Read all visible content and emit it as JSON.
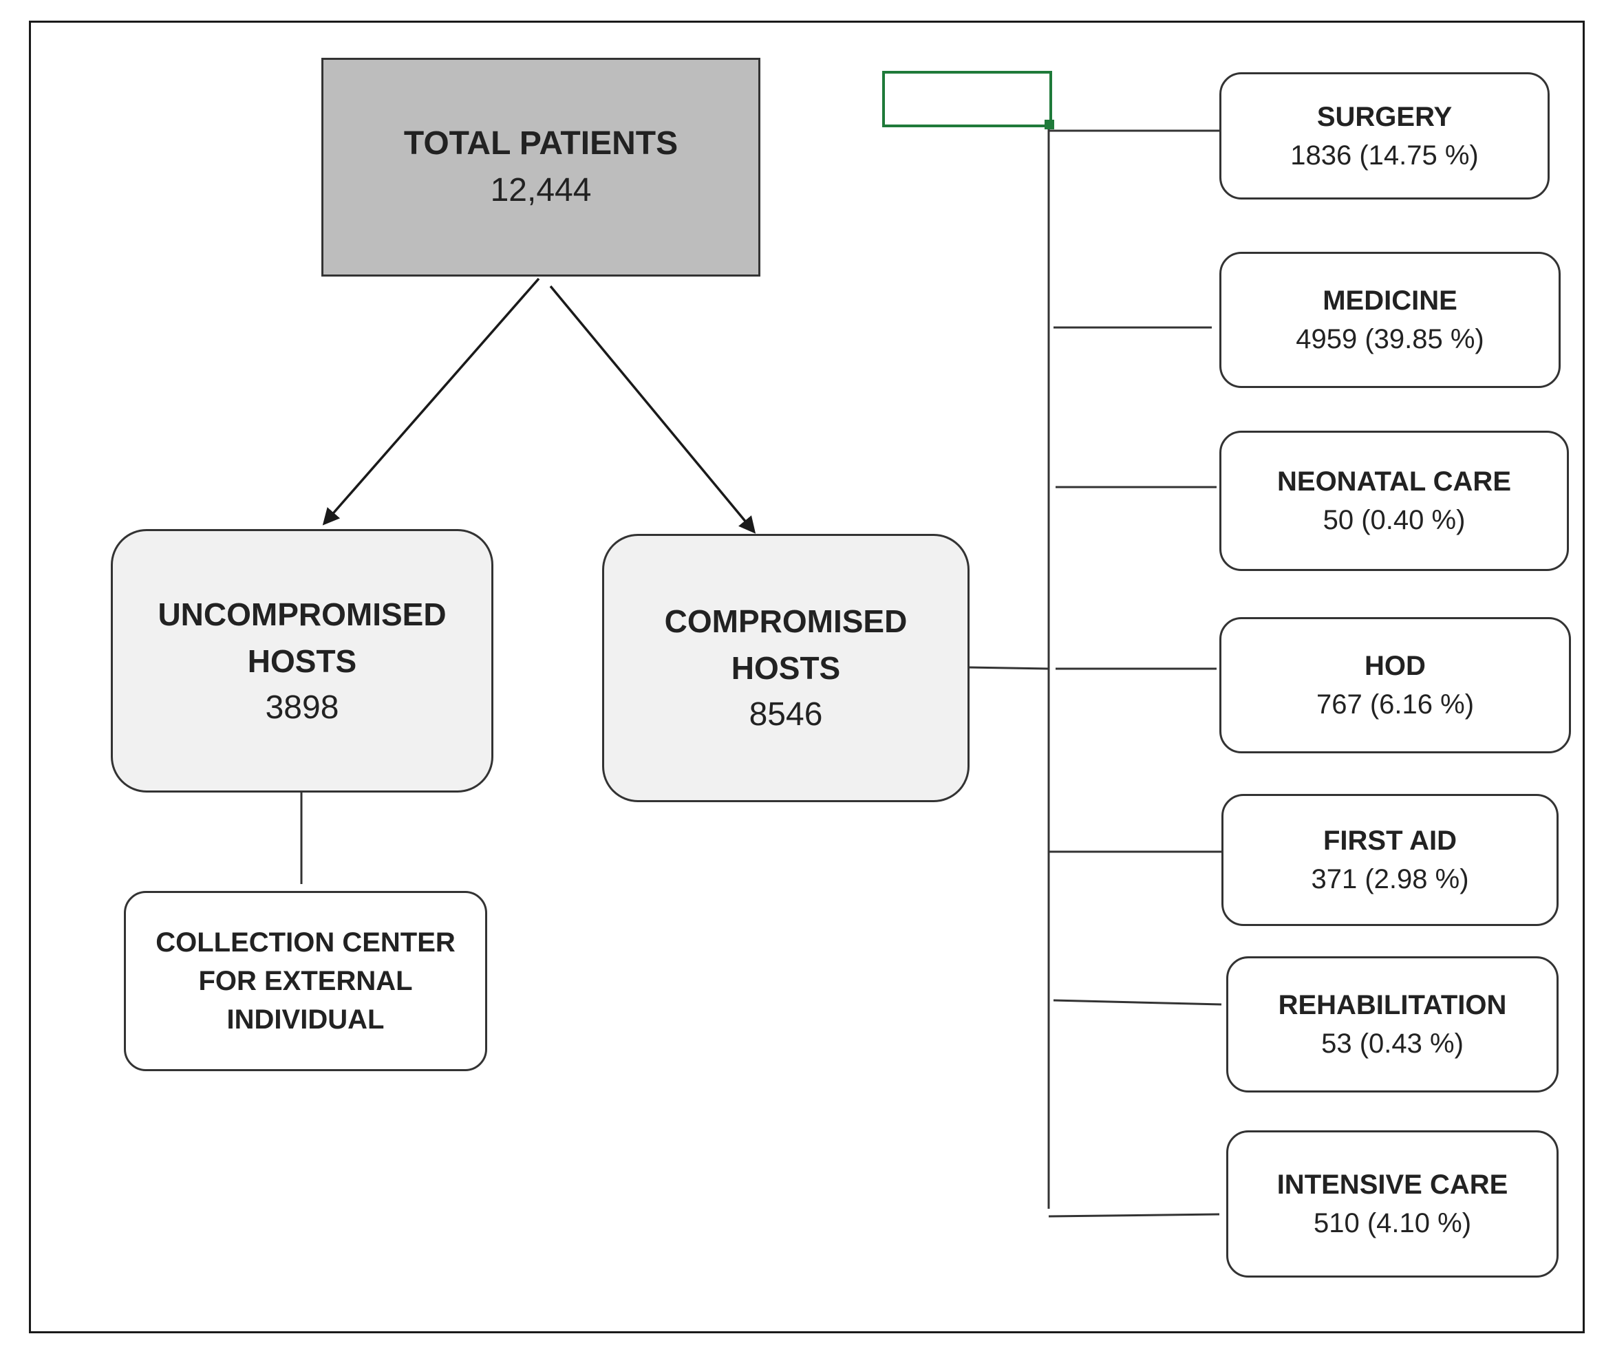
{
  "total": {
    "title": "TOTAL PATIENTS",
    "value": "12,444"
  },
  "uncompromised": {
    "title_line1": "UNCOMPROMISED",
    "title_line2": "HOSTS",
    "value": "3898"
  },
  "compromised": {
    "title_line1": "COMPROMISED",
    "title_line2": "HOSTS",
    "value": "8546"
  },
  "collection": {
    "line1": "COLLECTION CENTER",
    "line2": "FOR EXTERNAL",
    "line3": "INDIVIDUAL"
  },
  "departments": [
    {
      "name": "SURGERY",
      "value": "1836 (14.75 %)"
    },
    {
      "name": "MEDICINE",
      "value": "4959 (39.85 %)"
    },
    {
      "name": "NEONATAL CARE",
      "value": "50 (0.40 %)"
    },
    {
      "name": "HOD",
      "value": "767 (6.16 %)"
    },
    {
      "name": "FIRST AID",
      "value": "371 (2.98 %)"
    },
    {
      "name": "REHABILITATION",
      "value": "53 (0.43 %)"
    },
    {
      "name": "INTENSIVE CARE",
      "value": "510 (4.10 %)"
    }
  ],
  "colors": {
    "total_fill": "#bdbdbd",
    "host_fill": "#f1f1f1",
    "dept_fill": "#ffffff",
    "selection_marker": "#1f7a3a",
    "line": "#333333"
  }
}
